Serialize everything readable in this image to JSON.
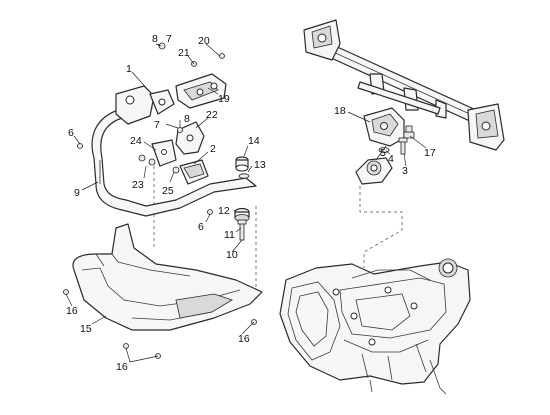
{
  "callouts": {
    "c1": "1",
    "c2": "2",
    "c3": "3",
    "c4": "4",
    "c5": "5",
    "c6a": "6",
    "c6b": "6",
    "c7a": "7",
    "c7b": "7",
    "c8a": "8",
    "c8b": "8",
    "c9": "9",
    "c10": "10",
    "c11": "11",
    "c12": "12",
    "c13": "13",
    "c14": "14",
    "c15": "15",
    "c16a": "16",
    "c16b": "16",
    "c16c": "16",
    "c17": "17",
    "c18": "18",
    "c19": "19",
    "c20": "20",
    "c21": "21",
    "c22": "22",
    "c23": "23",
    "c24": "24",
    "c25": "25"
  },
  "colors": {
    "line": "#2b2b2b",
    "background": "#ffffff"
  }
}
